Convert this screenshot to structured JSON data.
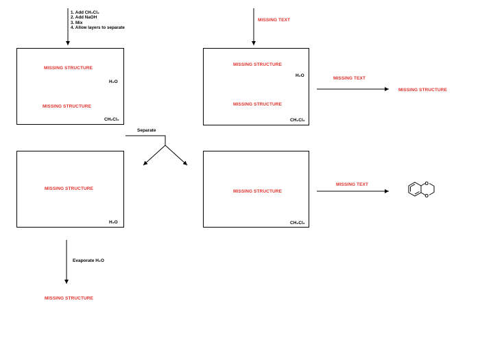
{
  "steps": [
    "1.  Add CH₂Cl₂",
    "2.  Add NaOH",
    "3.  Mix",
    "4.  Allow layers to separate"
  ],
  "missing_text": "MISSING TEXT",
  "missing_structure": "MISSING STRUCTURE",
  "water": "H₂O",
  "dcm": "CH₂Cl₂",
  "separate": "Separate",
  "evaporate": "Evaporate H₂O",
  "colors": {
    "missing": "#e0302a",
    "ink": "#000000"
  }
}
